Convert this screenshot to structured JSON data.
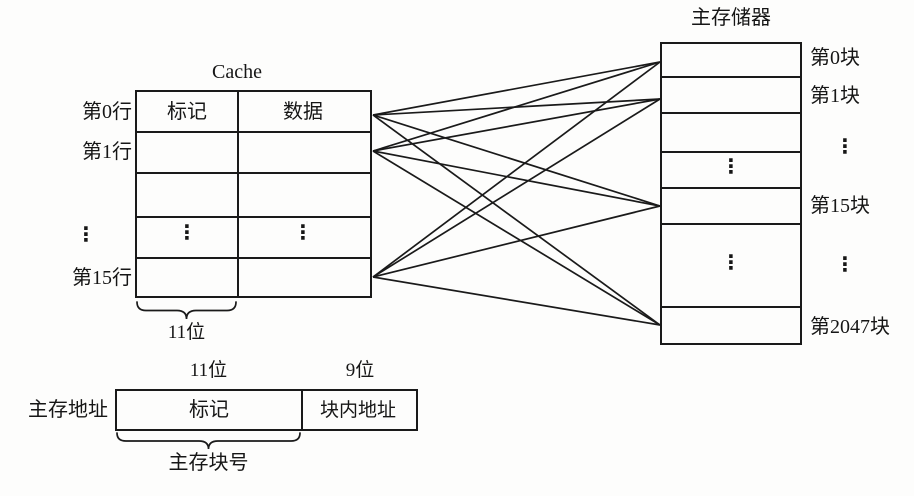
{
  "cache": {
    "title": "Cache",
    "col_headers": {
      "tag": "标记",
      "data": "数据"
    },
    "row_labels": {
      "r0": "第0行",
      "r1": "第1行",
      "dots": "⋮",
      "r15": "第15行"
    },
    "cell_dots": "⋮",
    "tag_bits_label": "11位"
  },
  "memory": {
    "title": "主存储器",
    "block_labels": {
      "b0": "第0块",
      "b1": "第1块",
      "dots1": "⋮",
      "b15": "第15块",
      "dots2": "⋮",
      "b2047": "第2047块"
    },
    "cell_dots": "⋮"
  },
  "address": {
    "label": "主存地址",
    "tag_field": "标记",
    "tag_bits": "11位",
    "offset_field": "块内地址",
    "offset_bits": "9位",
    "block_no_label": "主存块号"
  },
  "colors": {
    "line": "#1a1a1a",
    "background": "#fdfdfc",
    "text": "#161616"
  }
}
